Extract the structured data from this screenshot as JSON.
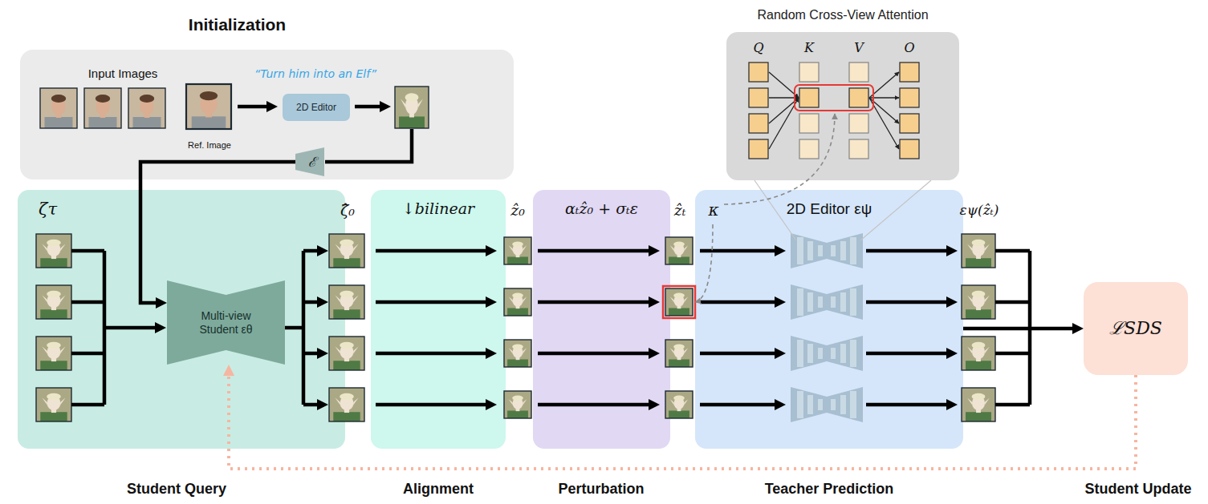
{
  "diagram": {
    "nodes": [
      {
        "text": [
          "Initialization"
        ]
      },
      {
        "text": [
          "2D Editor"
        ],
        "in": 0
      },
      {
        "text": [
          "ℰ"
        ],
        "in": 0
      },
      {
        "text": [
          "Random Cross-View Attention"
        ]
      },
      {
        "text": [
          "ζτ"
        ]
      },
      {
        "text": [
          "Multi-view Student εθ"
        ],
        "in": 4
      },
      {
        "text": [
          "↓bilinear"
        ]
      },
      {
        "text": [
          "αₜẑ₀ + σₜε"
        ]
      },
      {
        "text": [
          "2D Editor εψ"
        ]
      },
      {
        "text": [
          "ℒSDS"
        ]
      }
    ],
    "edges": [
      {
        "from": 2,
        "to": 5,
        "arrow": "to"
      },
      {
        "from": 8,
        "to": 9,
        "arrow": "to"
      },
      {
        "from": 9,
        "to": 5,
        "arrow": "to"
      }
    ],
    "labels": [
      "Input Images",
      "“Turn him into an Elf”",
      "Ref. Image",
      "Q",
      "K",
      "V",
      "O",
      "ζ̂₀",
      "ẑ₀",
      "ẑₜ",
      "κ",
      "εψ(ẑₜ)",
      "Student Query",
      "Alignment",
      "Perturbation",
      "Teacher Prediction",
      "Student Update"
    ]
  }
}
